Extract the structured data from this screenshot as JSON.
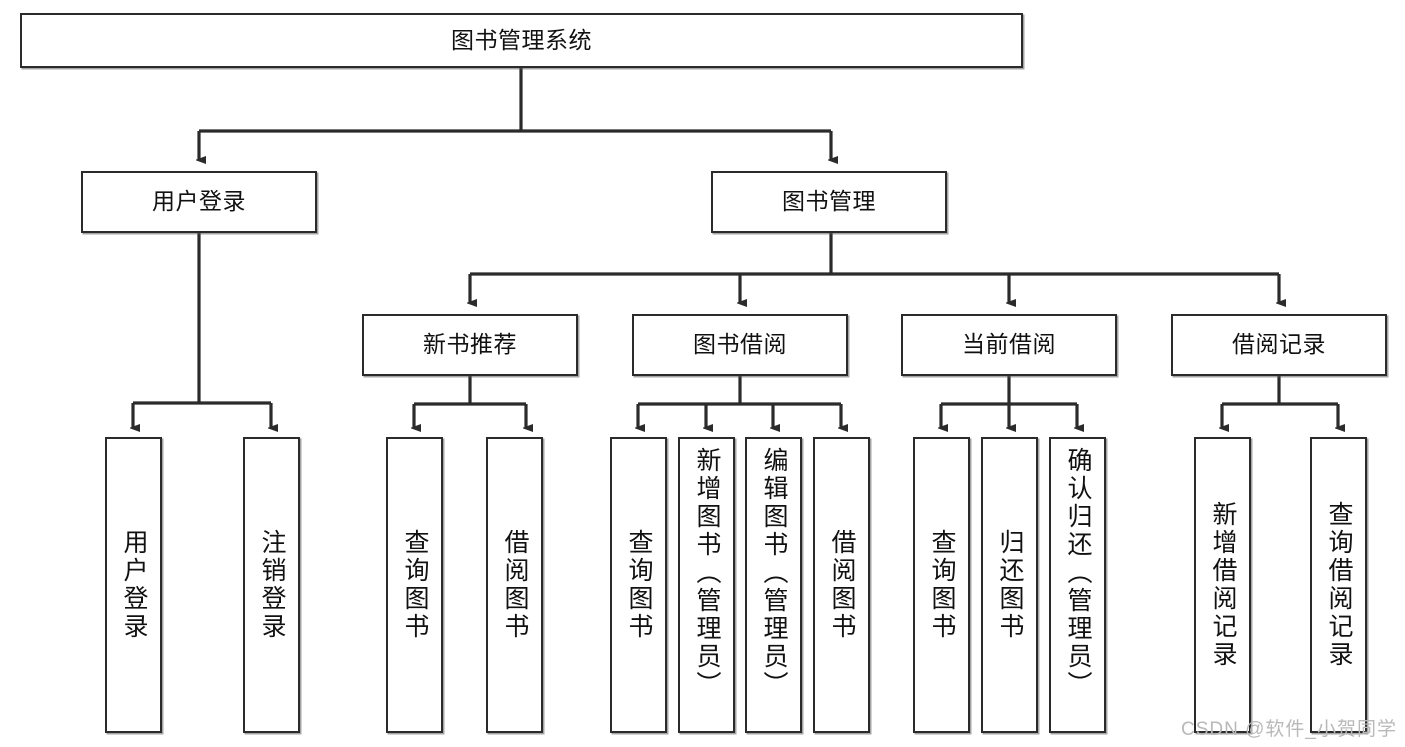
{
  "diagram": {
    "title": "图书管理系统",
    "type": "tree-hierarchy",
    "watermark": "CSDN @软件_小贺同学",
    "colors": {
      "border": "#2b2b2b",
      "text": "#111111",
      "background": "#ffffff",
      "edge": "#2b2b2b",
      "watermark": "#b9b9b9"
    }
  },
  "nodes": {
    "root": {
      "label": "图书管理系统"
    },
    "level2": [
      {
        "label": "用户登录"
      },
      {
        "label": "图书管理"
      }
    ],
    "level3": [
      {
        "label": "新书推荐"
      },
      {
        "label": "图书借阅"
      },
      {
        "label": "当前借阅"
      },
      {
        "label": "借阅记录"
      }
    ],
    "leaves": {
      "user_login": [
        {
          "label": "用户登录"
        },
        {
          "label": "注销登录"
        }
      ],
      "new_book_recommend": [
        {
          "label": "查询图书"
        },
        {
          "label": "借阅图书"
        }
      ],
      "book_borrow": [
        {
          "label": "查询图书"
        },
        {
          "label": "新增图书（管理员）"
        },
        {
          "label": "编辑图书（管理员）"
        },
        {
          "label": "借阅图书"
        }
      ],
      "current_borrow": [
        {
          "label": "查询图书"
        },
        {
          "label": "归还图书"
        },
        {
          "label": "确认归还（管理员）"
        }
      ],
      "borrow_record": [
        {
          "label": "新增借阅记录"
        },
        {
          "label": "查询借阅记录"
        }
      ]
    }
  }
}
